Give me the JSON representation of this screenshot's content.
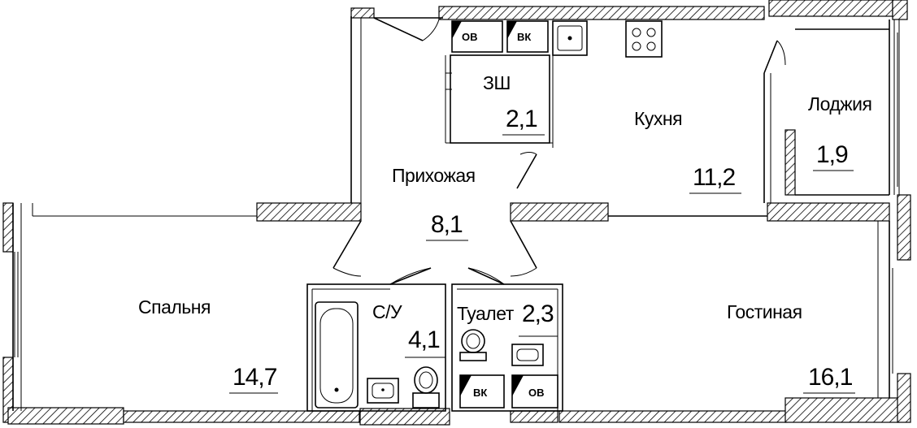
{
  "rooms": {
    "bedroom": {
      "label": "Спальня",
      "area": "14,7"
    },
    "hall": {
      "label": "Прихожая",
      "area": "8,1"
    },
    "closet": {
      "label": "ЗШ",
      "area": "2,1"
    },
    "kitchen": {
      "label": "Кухня",
      "area": "11,2"
    },
    "loggia": {
      "label": "Лоджия",
      "area": "1,9"
    },
    "bathroom": {
      "label": "С/У",
      "area": "4,1"
    },
    "toilet": {
      "label": "Туалет",
      "area": "2,3"
    },
    "living": {
      "label": "Гостиная",
      "area": "16,1"
    }
  },
  "tags": {
    "kitchen_ov": "ОВ",
    "kitchen_vk": "ВК",
    "toilet_vk": "ВК",
    "toilet_ov": "ОВ"
  }
}
